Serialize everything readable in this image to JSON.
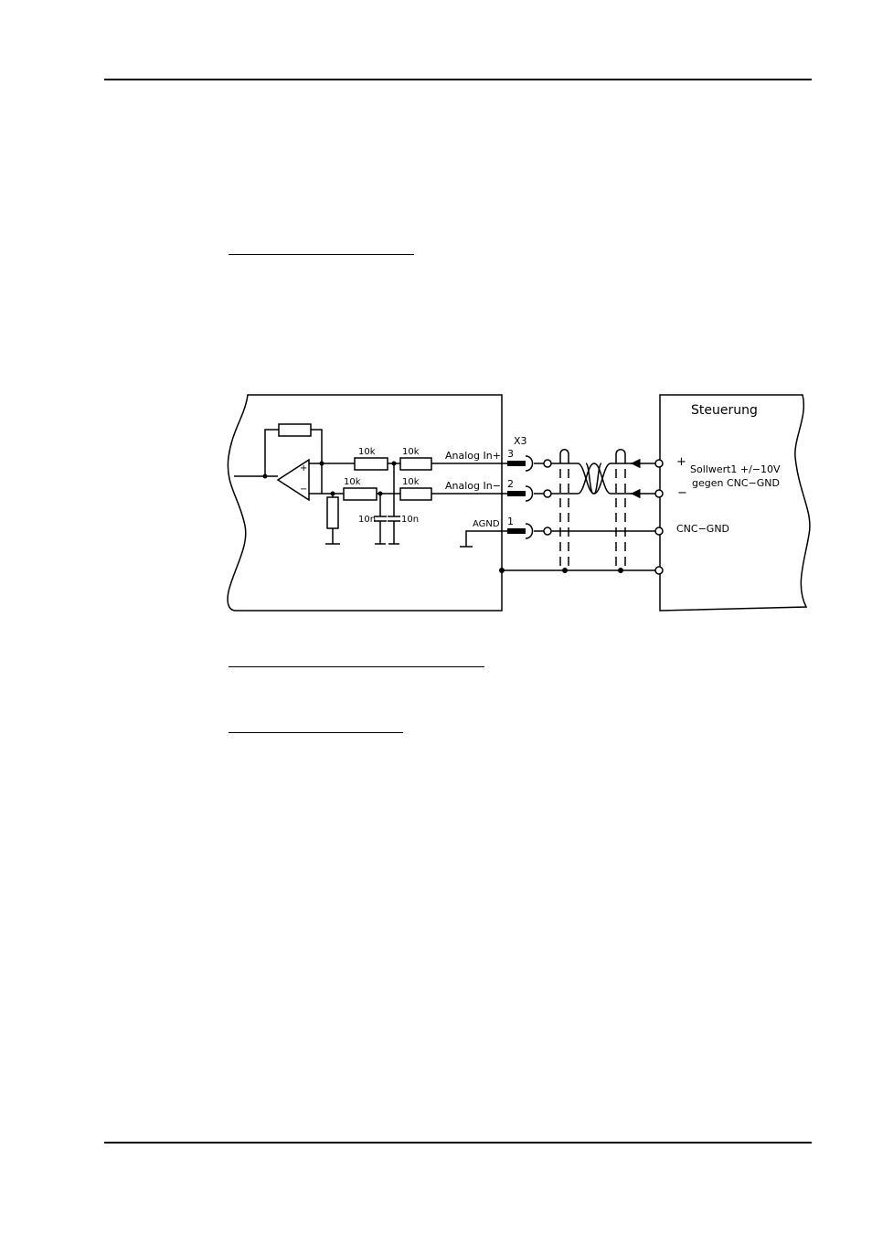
{
  "diagram": {
    "labels": {
      "steuerung": "Steuerung",
      "x3": "X3",
      "pin3": "3",
      "pin2": "2",
      "pin1": "1",
      "analog_in_plus": "Analog In+",
      "analog_in_minus": "Analog In−",
      "agnd": "AGND",
      "r1": "10k",
      "r2": "10k",
      "r3": "10k",
      "r4": "10k",
      "c1": "10n",
      "c2": "10n",
      "opamp_plus": "+",
      "opamp_minus": "−",
      "ctrl_plus": "+",
      "ctrl_minus": "−",
      "sollwert": "Sollwert1 +/−10V",
      "gegen": "gegen CNC−GND",
      "cnc_gnd": "CNC−GND"
    }
  }
}
